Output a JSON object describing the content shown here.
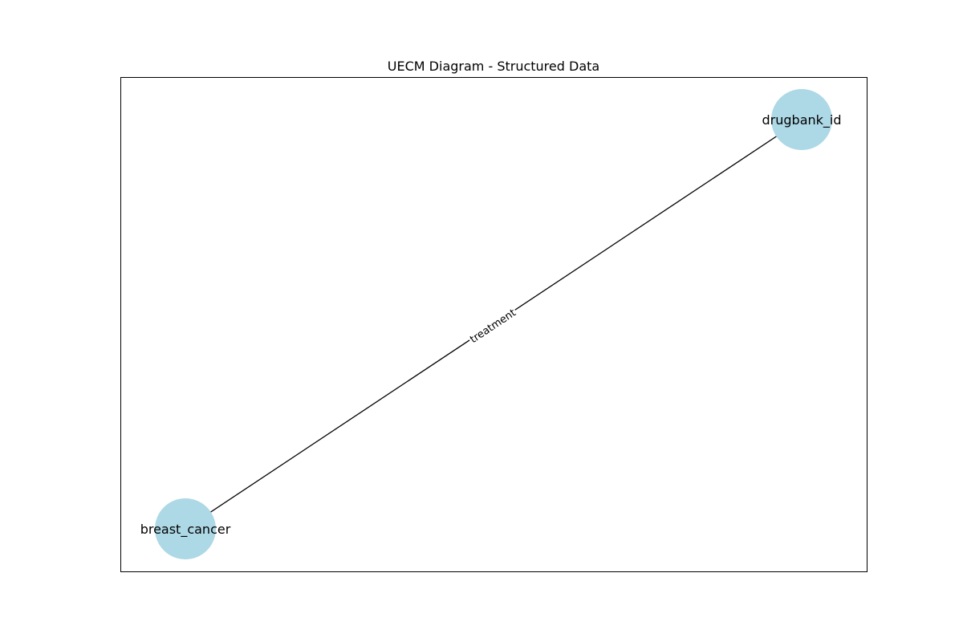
{
  "diagram": {
    "title": "UECM Diagram - Structured Data",
    "colors": {
      "node_fill": "#add8e6",
      "edge": "#000000",
      "frame": "#000000",
      "background": "#ffffff"
    },
    "nodes": [
      {
        "id": "drugbank_id",
        "label": "drugbank_id"
      },
      {
        "id": "breast_cancer",
        "label": "breast_cancer"
      }
    ],
    "edges": [
      {
        "source": "breast_cancer",
        "target": "drugbank_id",
        "label": "treatment"
      }
    ]
  }
}
